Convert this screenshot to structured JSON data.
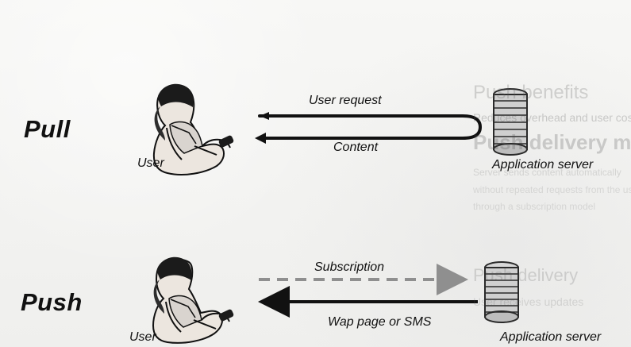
{
  "diagram": {
    "pull": {
      "title": "Pull",
      "user_label": "User",
      "request_label": "User request",
      "content_label": "Content",
      "server_label": "Application server"
    },
    "push": {
      "title": "Push",
      "user_label": "User",
      "subscription_label": "Subscription",
      "delivery_label": "Wap page or SMS",
      "server_label": "Application server"
    }
  },
  "colors": {
    "background": "#f2f2f0",
    "ink": "#111111",
    "dashed_arrow": "#8f8f8f",
    "database_fill": "#cfcfcf",
    "database_stroke": "#2a2a2a",
    "skin": "#ece6df"
  },
  "icons": {
    "user": "user-figure-icon",
    "server": "database-server-icon",
    "request_arrow": "arrow-right-icon",
    "response_arrow": "arrow-left-icon",
    "subscription_arrow": "dashed-arrow-right-icon",
    "delivery_arrow": "arrow-left-icon"
  }
}
